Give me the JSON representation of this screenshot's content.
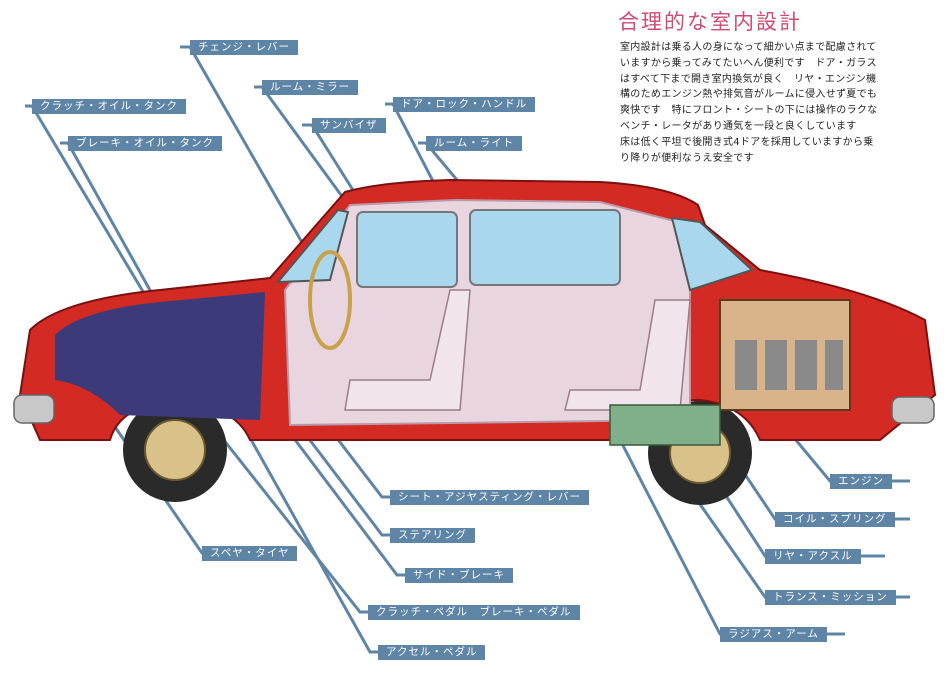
{
  "heading": {
    "title": "合理的な室内設計",
    "body_lines": [
      "室内設計は乗る人の身になって細かい点まで配慮されて",
      "いますから乗ってみてたいへん便利です　ドア・ガラス",
      "はすべて下まで開き室内換気が良く　リヤ・エンジン機",
      "構のためエンジン熱や排気音がルームに侵入せず夏でも",
      "爽快です　特にフロント・シートの下には操作のラクな",
      "ベンチ・レータがあり通気を一段と良くしています",
      "床は低く平坦で後開き式4ドアを採用していますから乗",
      "り降りが便利なうえ安全です"
    ]
  },
  "labels": {
    "change_lever": "チェンジ・レバー",
    "room_mirror": "ルーム・ミラー",
    "clutch_oil_tank": "クラッチ・オイル・タンク",
    "door_lock_handle": "ドア・ロック・ハンドル",
    "sun_visor": "サンバイザ",
    "brake_oil_tank": "ブレーキ・オイル・タンク",
    "room_light": "ルーム・ライト",
    "engine": "エンジン",
    "seat_adjusting_lever": "シート・アジヤスティング・レバー",
    "coil_spring": "コイル・スプリング",
    "steering": "ステアリング",
    "spare_tire": "スペヤ・タイヤ",
    "rear_axle": "リヤ・アクスル",
    "side_brake": "サイド・ブレーキ",
    "transmission": "トランス・ミッション",
    "clutch_brake_pedal": "クラッチ・ペダル　ブレーキ・ペダル",
    "radius_arm": "ラジアス・アーム",
    "accel_pedal": "アクセル・ペダル"
  },
  "colors": {
    "leader": "#5e84a6",
    "body_red": "#d42a24",
    "glass": "#a9d8ee",
    "interior": "#e8d5df",
    "front_dark": "#3d3a7a",
    "tire": "#2a2a2a",
    "hub": "#d8c28a"
  }
}
